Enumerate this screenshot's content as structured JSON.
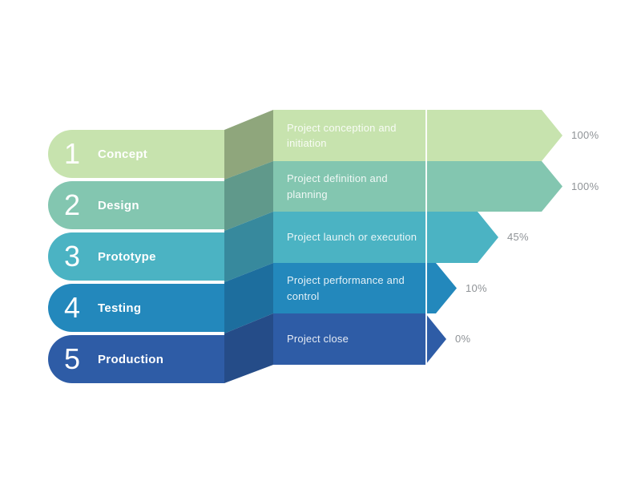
{
  "diagram": {
    "background": "#ffffff",
    "divider_color": "#ffffff",
    "percent_label_color": "#8f9397",
    "text_color": "#ffffff"
  },
  "stages": [
    {
      "number": "1",
      "name": "Concept",
      "description": "Project conception and initiation",
      "percent": "100%",
      "color": "#c7e3ae",
      "fold_color": "#8fa67c"
    },
    {
      "number": "2",
      "name": "Design",
      "description": "Project definition and planning",
      "percent": "100%",
      "color": "#83c6b0",
      "fold_color": "#60998b"
    },
    {
      "number": "3",
      "name": "Prototype",
      "description": "Project launch or execution",
      "percent": "45%",
      "color": "#4bb3c3",
      "fold_color": "#37899d"
    },
    {
      "number": "4",
      "name": "Testing",
      "description": "Project performance and control",
      "percent": "10%",
      "color": "#2388bc",
      "fold_color": "#1d6e9e"
    },
    {
      "number": "5",
      "name": "Production",
      "description": "Project close",
      "percent": "0%",
      "color": "#2e5ca6",
      "fold_color": "#254c88"
    }
  ],
  "chart_data": {
    "type": "bar",
    "orientation": "horizontal",
    "categories": [
      "Concept",
      "Design",
      "Prototype",
      "Testing",
      "Production"
    ],
    "values": [
      100,
      100,
      45,
      10,
      0
    ],
    "value_labels": [
      "100%",
      "100%",
      "45%",
      "10%",
      "0%"
    ],
    "descriptions": [
      "Project conception and initiation",
      "Project definition and planning",
      "Project launch or execution",
      "Project performance and control",
      "Project close"
    ],
    "title": "",
    "xlabel": "",
    "ylabel": "",
    "xlim": [
      0,
      100
    ],
    "legend": false
  }
}
